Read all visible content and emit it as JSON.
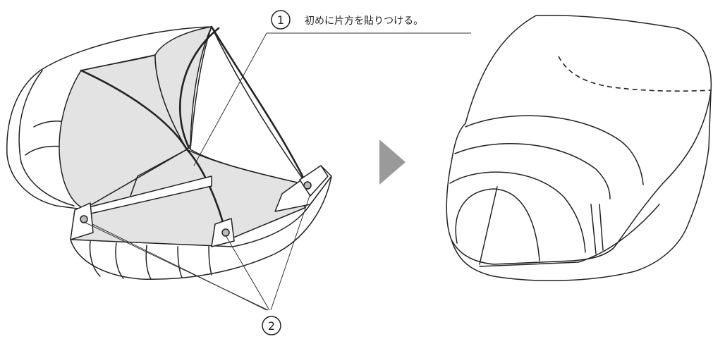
{
  "callouts": {
    "step1_number": "1",
    "step1_text": "初めに片方を貼りつける。",
    "step2_number": "2"
  },
  "icons": {
    "arrow": "right-triangle-arrow"
  },
  "colors": {
    "line": "#222222",
    "panel_shade": "#e3e3e3",
    "arrow": "#9a9a9a"
  }
}
